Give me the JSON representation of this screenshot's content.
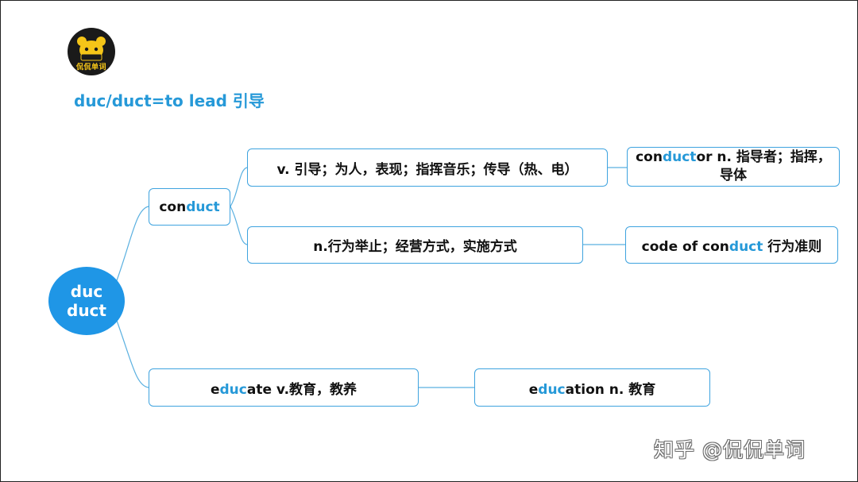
{
  "logo": {
    "text": "侃侃单词"
  },
  "title": "duc/duct=to lead 引导",
  "root": {
    "line1": "duc",
    "line2": "duct"
  },
  "conduct": {
    "pre": "con",
    "root": "duct",
    "post": ""
  },
  "conduct_verb": "v. 引导；为人，表现；指挥音乐；传导（热、电）",
  "conductor": {
    "pre": "con",
    "root": "duct",
    "post": "or n. 指导者；指挥，导体"
  },
  "conduct_noun": "n.行为举止；经营方式，实施方式",
  "code_of_conduct": {
    "pre": "code of con",
    "root": "duct",
    "post": " 行为准则"
  },
  "educate": {
    "pre": "e",
    "root": "duc",
    "post": "ate v.教育，教养"
  },
  "education": {
    "pre": "e",
    "root": "duc",
    "post": "ation n. 教育"
  },
  "watermark": "知乎 @侃侃单词",
  "colors": {
    "accent": "#2699d8",
    "root_fill": "#1f96e6",
    "line": "#5ab0e0"
  }
}
